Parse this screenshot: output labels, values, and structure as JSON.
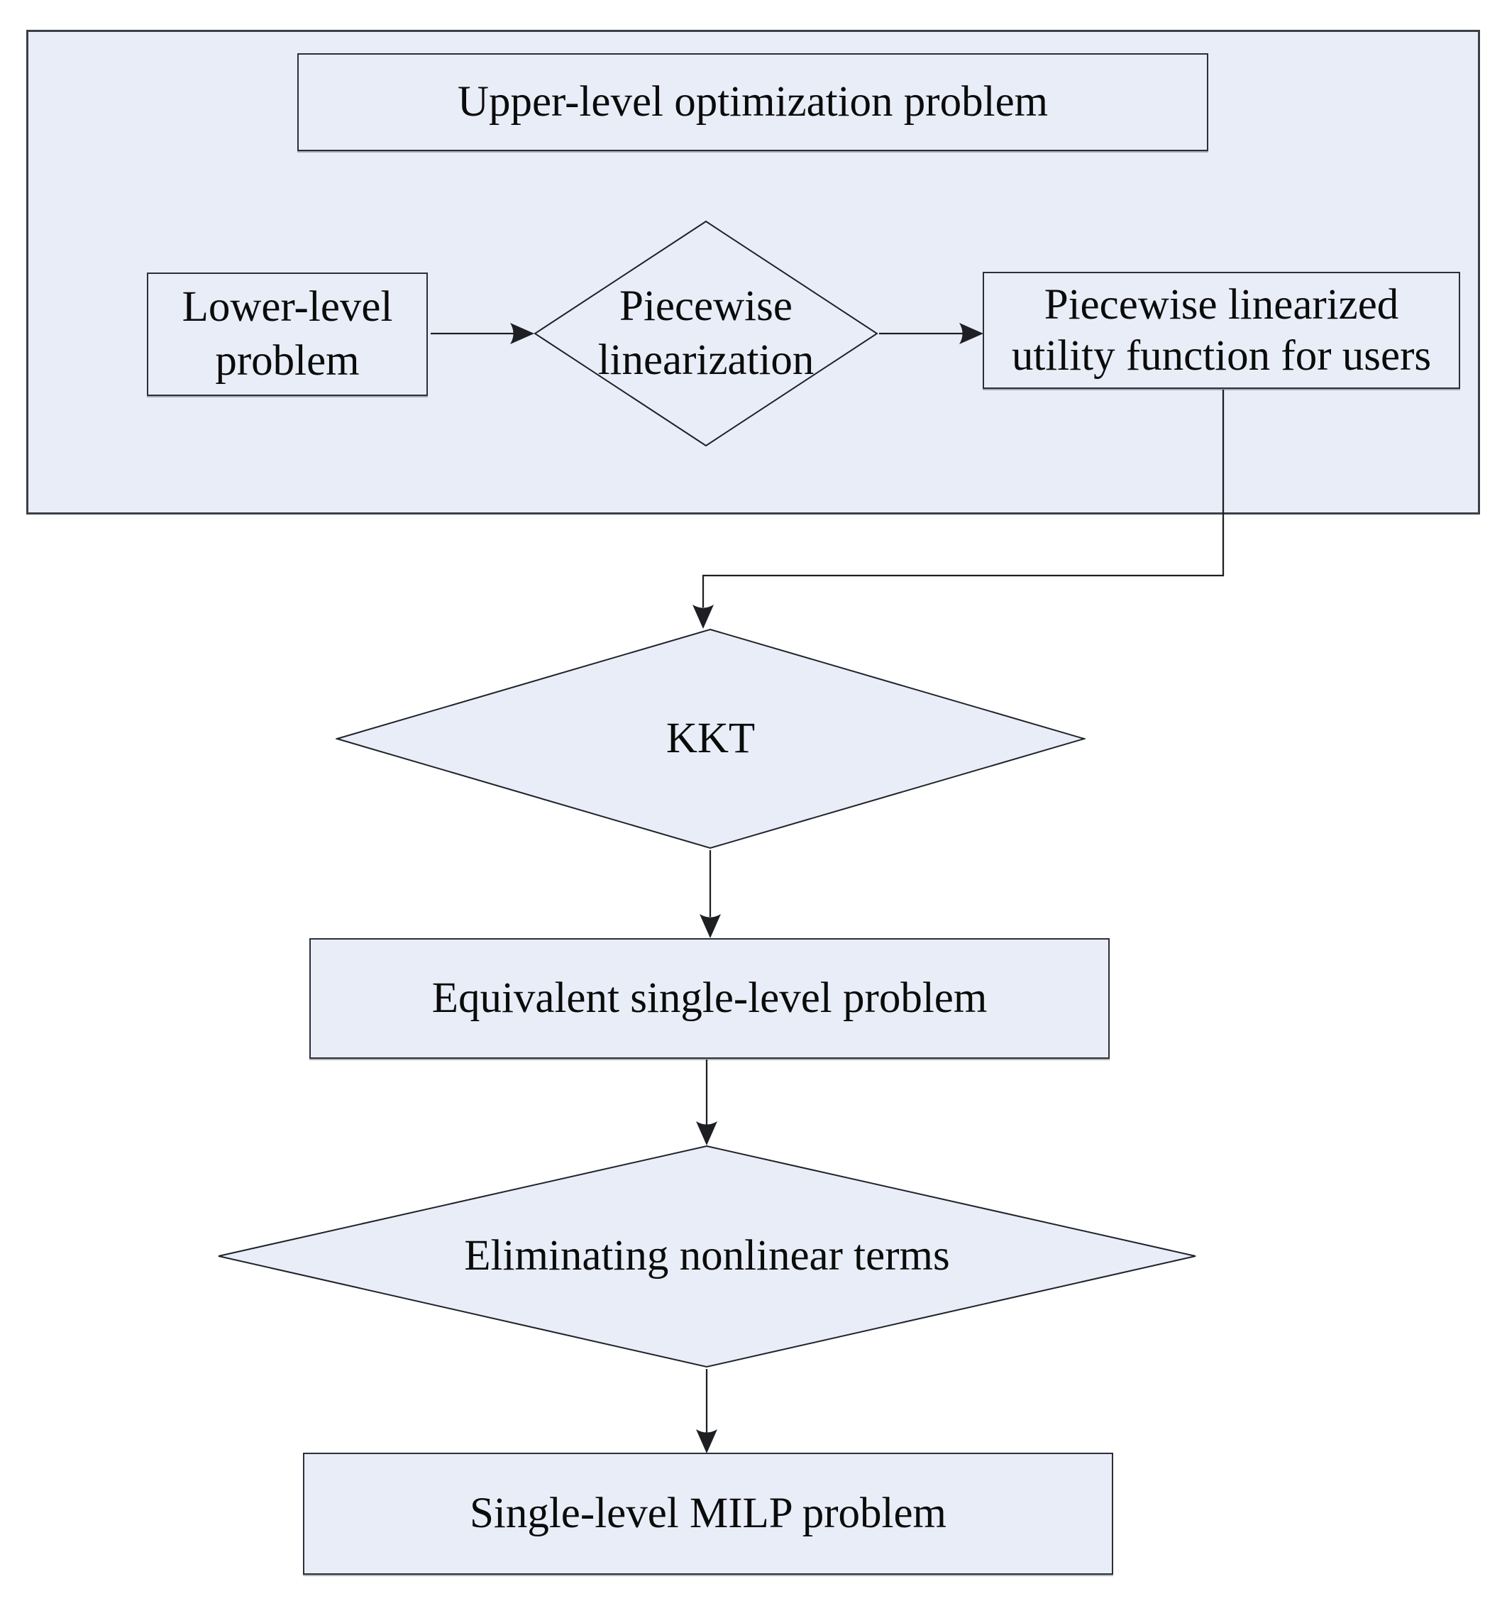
{
  "nodes": {
    "upper_box": {
      "label": "Upper-level optimization problem",
      "shape": "rect"
    },
    "lower_box": {
      "label": "Lower-level problem",
      "shape": "rect"
    },
    "piecewise_diamond": {
      "label": "Piecewise linearization",
      "shape": "diamond"
    },
    "utility_box": {
      "label": "Piecewise linearized utility function for users",
      "shape": "rect"
    },
    "kkt_diamond": {
      "label": "KKT",
      "shape": "diamond"
    },
    "equivalent_box": {
      "label": "Equivalent single-level problem",
      "shape": "rect"
    },
    "eliminating_diamond": {
      "label": "Eliminating nonlinear terms",
      "shape": "diamond"
    },
    "milp_box": {
      "label": "Single-level MILP problem",
      "shape": "rect"
    }
  },
  "edges": [
    {
      "from": "lower_box",
      "to": "piecewise_diamond"
    },
    {
      "from": "piecewise_diamond",
      "to": "utility_box"
    },
    {
      "from": "utility_box",
      "to": "kkt_diamond"
    },
    {
      "from": "kkt_diamond",
      "to": "equivalent_box"
    },
    {
      "from": "equivalent_box",
      "to": "eliminating_diamond"
    },
    {
      "from": "eliminating_diamond",
      "to": "milp_box"
    }
  ],
  "colors": {
    "background": "#ffffff",
    "shape_fill": "#e8edf7",
    "frame_border": "#3a3f48",
    "shape_border": "#2b2f38",
    "diamond_border": "#1f2329",
    "connector": "#1d1f23",
    "text": "#0b0b0b"
  }
}
